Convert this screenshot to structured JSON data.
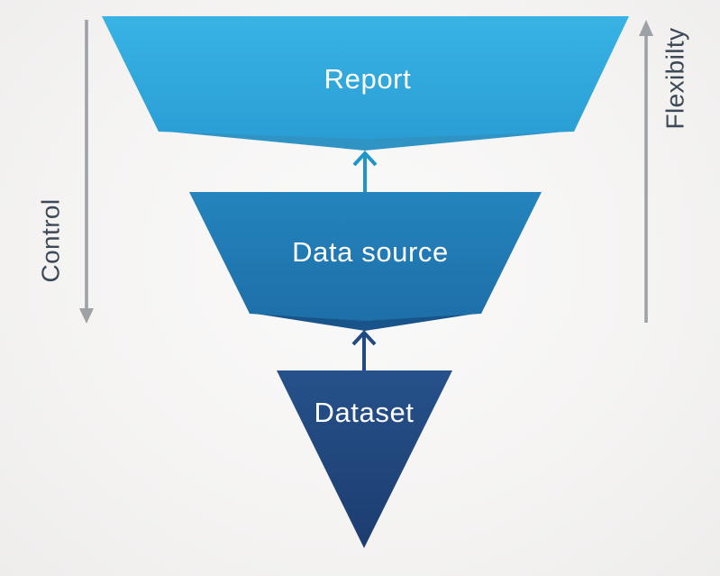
{
  "diagram": {
    "kind": "inverted-funnel",
    "label_color": "#ffffff",
    "levels": [
      {
        "id": "report",
        "label": "Report",
        "gradient_top": "#38b3e4",
        "gradient_bottom": "#2a9ed5",
        "fold_color": "#2f93c4"
      },
      {
        "id": "data-source",
        "label": "Data source",
        "gradient_top": "#2484bd",
        "gradient_bottom": "#1e6fa8",
        "fold_color": "#185489"
      },
      {
        "id": "dataset",
        "label": "Dataset",
        "gradient_top": "#26518a",
        "gradient_bottom": "#1c3d6f"
      }
    ],
    "connector_arrows": [
      {
        "from": "data-source",
        "to": "report",
        "color": "#1f96c9"
      },
      {
        "from": "dataset",
        "to": "data-source",
        "color": "#1f4b82"
      }
    ]
  },
  "axes": {
    "text_color": "#3d4956",
    "arrow_color": "#9da2a7",
    "left": {
      "label": "Control",
      "direction": "down"
    },
    "right": {
      "label": "Flexibilty",
      "direction": "up"
    }
  }
}
